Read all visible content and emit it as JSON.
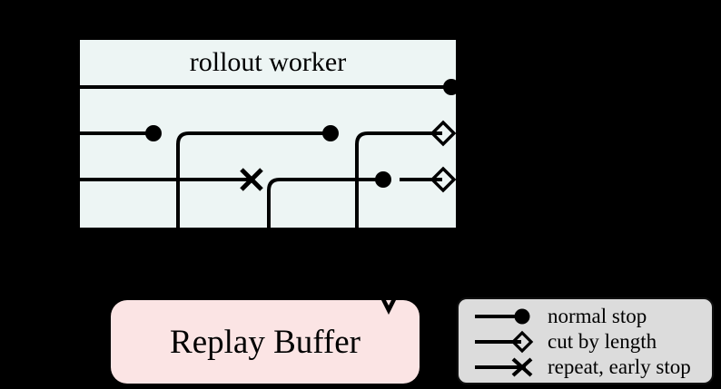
{
  "figure": {
    "background_color": "#000000",
    "line_color": "#000000"
  },
  "rollout_worker": {
    "title": "rollout worker",
    "box_fill": "#edf5f4",
    "trajectories": [
      {
        "row": 1,
        "segments": [
          {
            "end_marker": "normal stop"
          }
        ]
      },
      {
        "row": 2,
        "segments": [
          {
            "end_marker": "normal stop"
          },
          {
            "end_marker": "normal stop"
          },
          {
            "end_marker": "cut by length"
          }
        ]
      },
      {
        "row": 3,
        "segments": [
          {
            "end_marker": "repeat, early stop"
          },
          {
            "end_marker": "normal stop"
          },
          {
            "end_marker": "cut by length"
          }
        ]
      }
    ]
  },
  "arrow": {
    "description": "rollout worker output flows down into replay buffer"
  },
  "replay_buffer": {
    "label": "Replay Buffer",
    "box_fill": "#fbe4e4"
  },
  "legend": {
    "box_fill": "#dcdcdc",
    "items": [
      {
        "marker": "filled-circle",
        "label": "normal stop"
      },
      {
        "marker": "open-diamond",
        "label": "cut by length"
      },
      {
        "marker": "x-cross",
        "label": "repeat, early stop"
      }
    ]
  }
}
